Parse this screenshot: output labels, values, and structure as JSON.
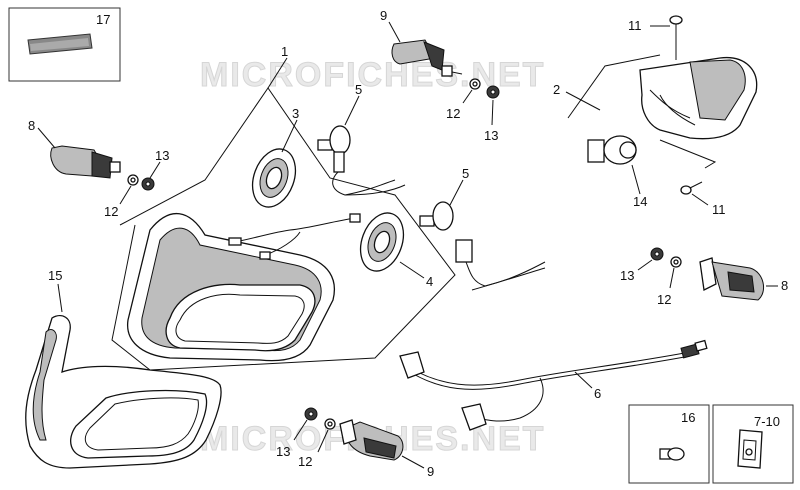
{
  "watermark": [
    "MICROFICHES.NET",
    "MICROFICHES.NET"
  ],
  "callouts": {
    "c1": "1",
    "c2": "2",
    "c3": "3",
    "c4": "4",
    "c5a": "5",
    "c5b": "5",
    "c6": "6",
    "c8a": "8",
    "c8b": "8",
    "c9a": "9",
    "c9b": "9",
    "c11a": "11",
    "c11b": "11",
    "c12a": "12",
    "c12b": "12",
    "c12c": "12",
    "c12d": "12",
    "c13a": "13",
    "c13b": "13",
    "c13c": "13",
    "c13d": "13",
    "c14": "14",
    "c15": "15",
    "c16": "16",
    "c17": "17",
    "c710": "7-10"
  }
}
